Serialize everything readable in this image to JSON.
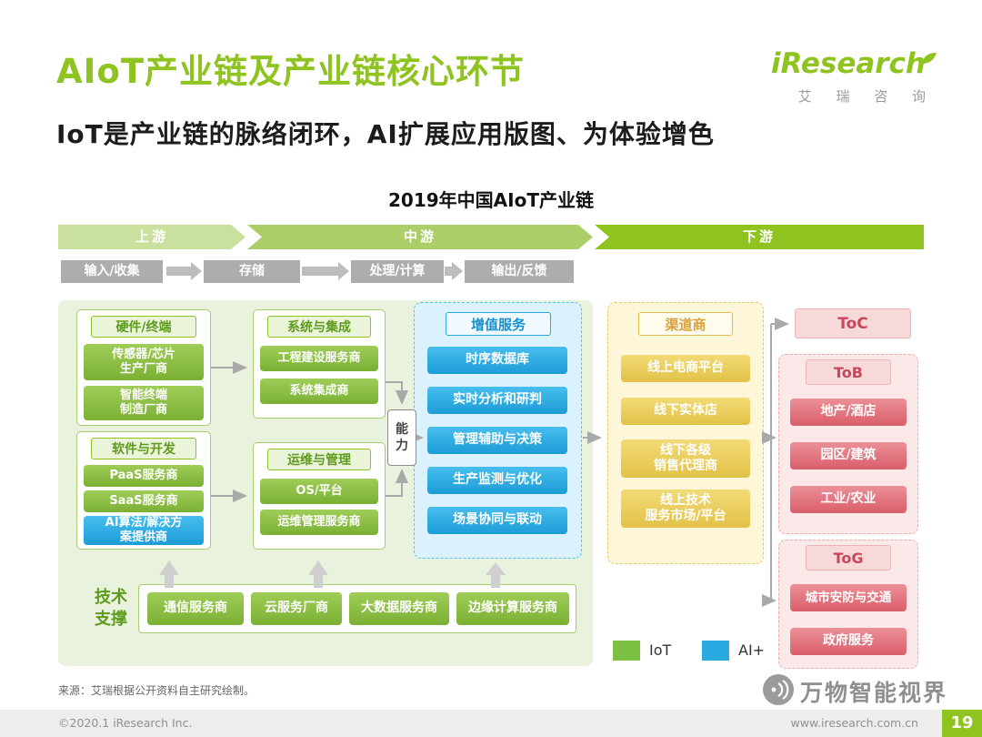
{
  "header": {
    "title": "AIoT产业链及产业链核心环节",
    "subtitle": "IoT是产业链的脉络闭环，AI扩展应用版图、为体验增色",
    "logo": {
      "en": "iResearch",
      "cn": "艾 瑞 咨 询"
    }
  },
  "diagram": {
    "title": "2019年中国AIoT产业链",
    "stages": [
      "上游",
      "中游",
      "下游"
    ],
    "process": [
      "输入/收集",
      "存储",
      "处理/计算",
      "输出/反馈"
    ],
    "hardware": {
      "title": "硬件/终端",
      "items": [
        "传感器/芯片\n生产厂商",
        "智能终端\n制造厂商"
      ]
    },
    "software": {
      "title": "软件与开发",
      "items": [
        "PaaS服务商",
        "SaaS服务商",
        "AI算法/解决方\n案提供商"
      ]
    },
    "system": {
      "title": "系统与集成",
      "items": [
        "工程建设服务商",
        "系统集成商"
      ]
    },
    "ops": {
      "title": "运维与管理",
      "items": [
        "OS/平台",
        "运维管理服务商"
      ]
    },
    "capability": "能力",
    "value_added": {
      "title": "增值服务",
      "items": [
        "时序数据库",
        "实时分析和研判",
        "管理辅助与决策",
        "生产监测与优化",
        "场景协同与联动"
      ]
    },
    "channel": {
      "title": "渠道商",
      "items": [
        "线上电商平台",
        "线下实体店",
        "线下各级\n销售代理商",
        "线上技术\n服务市场/平台"
      ]
    },
    "toc": "ToC",
    "tob": {
      "title": "ToB",
      "items": [
        "地产/酒店",
        "园区/建筑",
        "工业/农业"
      ]
    },
    "tog": {
      "title": "ToG",
      "items": [
        "城市安防与交通",
        "政府服务"
      ]
    },
    "tech": {
      "title": "技术\n支撑",
      "items": [
        "通信服务商",
        "云服务厂商",
        "大数据服务商",
        "边缘计算服务商"
      ]
    },
    "legend": [
      {
        "label": "IoT",
        "color": "#7CC142"
      },
      {
        "label": "AI+",
        "color": "#29ABE2"
      }
    ],
    "colors": {
      "accent_green": "#8FC31F",
      "accent_blue": "#29ABE2",
      "accent_yellow": "#E2C247",
      "accent_pink": "#DA5E6B"
    }
  },
  "footer": {
    "source": "来源：艾瑞根据公开资料自主研究绘制。",
    "watermark": "万物智能视界",
    "copyright": "©2020.1 iResearch Inc.",
    "site": "www.iresearch.com.cn",
    "page": "19"
  }
}
